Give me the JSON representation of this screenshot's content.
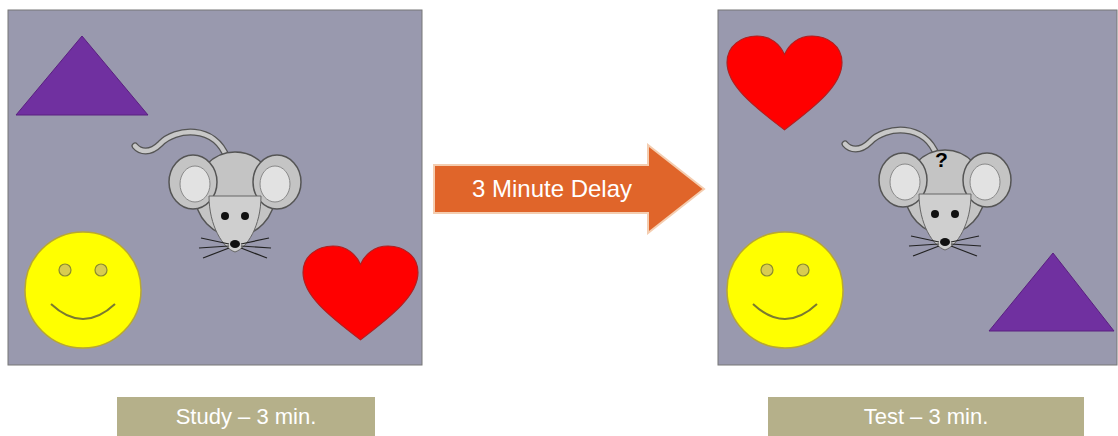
{
  "diagram": {
    "nodes": [
      {
        "text": [
          "3 Minute Delay"
        ]
      },
      {
        "text": [
          "Study – 3 min."
        ]
      },
      {
        "text": [
          "Test – 3 min."
        ]
      }
    ],
    "labels": [
      "?"
    ]
  }
}
